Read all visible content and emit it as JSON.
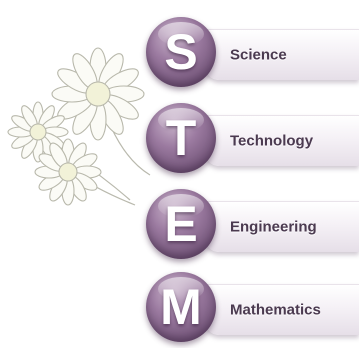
{
  "items": [
    {
      "letter": "S",
      "label": "Science"
    },
    {
      "letter": "T",
      "label": "Technology"
    },
    {
      "letter": "E",
      "label": "Engineering"
    },
    {
      "letter": "M",
      "label": "Mathematics"
    }
  ],
  "colors": {
    "disc": "#7d5f83",
    "label_text": "#4b3a50",
    "bar": "#efe9f0",
    "flower_outline": "#b7b7aa"
  },
  "icons": [
    "daisy-flowers-illustration"
  ]
}
